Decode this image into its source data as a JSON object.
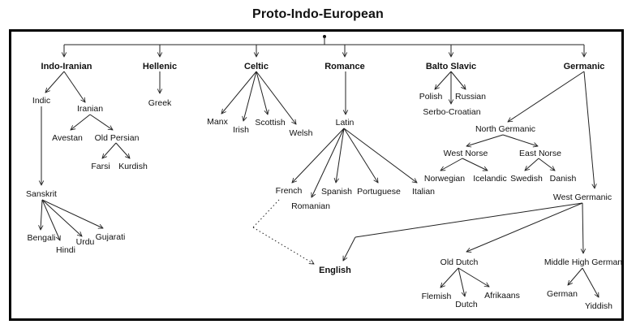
{
  "title": "Proto-Indo-European",
  "nodes": {
    "indo_iranian": "Indo-Iranian",
    "hellenic": "Hellenic",
    "celtic": "Celtic",
    "romance": "Romance",
    "balto_slavic": "Balto Slavic",
    "germanic": "Germanic",
    "indic": "Indic",
    "iranian": "Iranian",
    "avestan": "Avestan",
    "old_persian": "Old Persian",
    "farsi": "Farsi",
    "kurdish": "Kurdish",
    "sanskrit": "Sanskrit",
    "bengali": "Bengali",
    "hindi": "Hindi",
    "urdu": "Urdu",
    "gujarati": "Gujarati",
    "greek": "Greek",
    "manx": "Manx",
    "irish": "Irish",
    "scottish": "Scottish",
    "welsh": "Welsh",
    "latin": "Latin",
    "french": "French",
    "romanian": "Romanian",
    "spanish": "Spanish",
    "portuguese": "Portuguese",
    "italian": "Italian",
    "english": "English",
    "polish": "Polish",
    "russian": "Russian",
    "serbo_croatian": "Serbo-Croatian",
    "north_germanic": "North Germanic",
    "west_norse": "West Norse",
    "east_norse": "East Norse",
    "norwegian": "Norwegian",
    "icelandic": "Icelandic",
    "swedish": "Swedish",
    "danish": "Danish",
    "west_germanic": "West Germanic",
    "old_dutch": "Old Dutch",
    "middle_high_german": "Middle High German",
    "flemish": "Flemish",
    "dutch": "Dutch",
    "afrikaans": "Afrikaans",
    "german": "German",
    "yiddish": "Yiddish"
  }
}
